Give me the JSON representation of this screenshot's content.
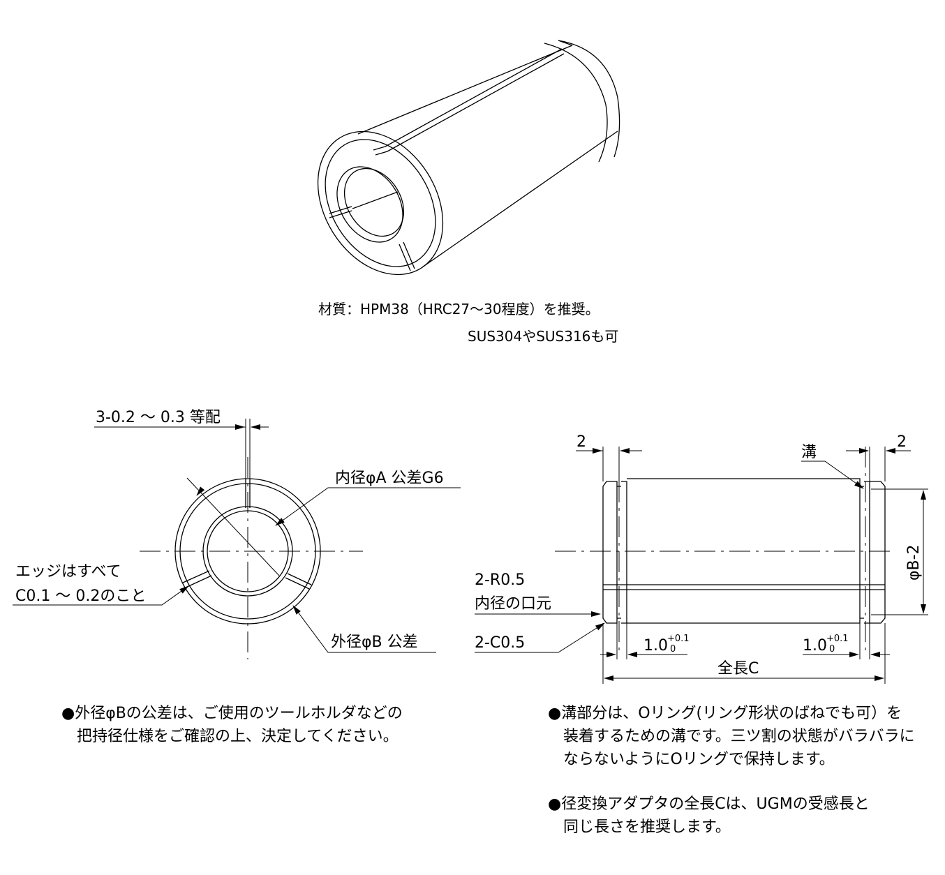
{
  "material": {
    "line1": "材質：HPM38（HRC27～30程度）を推奨。",
    "line2": "SUS304やSUS316も可"
  },
  "front_view": {
    "slit": "3-0.2 ～ 0.3 等配",
    "inner_dia": "内径φA 公差G6",
    "edge_line1": "エッジはすべて",
    "edge_line2": "C0.1 ～ 0.2のこと",
    "outer_dia": "外径φB 公差"
  },
  "side_view": {
    "dim_left": "2",
    "dim_right": "2",
    "groove": "溝",
    "dia_b2": "φB-2",
    "r05_line1": "2-R0.5",
    "r05_line2": "内径の口元",
    "c05": "2-C0.5",
    "groove_w_left": "1.0",
    "groove_w_right": "1.0",
    "tol_upper": "+0.1",
    "tol_lower": "0",
    "length": "全長C"
  },
  "notes": {
    "left": [
      "●外径φBの公差は、ご使用のツールホルダなどの",
      "把持径仕様をご確認の上、決定してください。"
    ],
    "right1": [
      "●溝部分は、Oリング(リング形状のばねでも可）を",
      "装着するための溝です。三ツ割の状態がバラバラに",
      "ならないようにOリングで保持します。"
    ],
    "right2": [
      "●径変換アダプタの全長Cは、UGMの受感長と",
      "同じ長さを推奨します。"
    ]
  }
}
